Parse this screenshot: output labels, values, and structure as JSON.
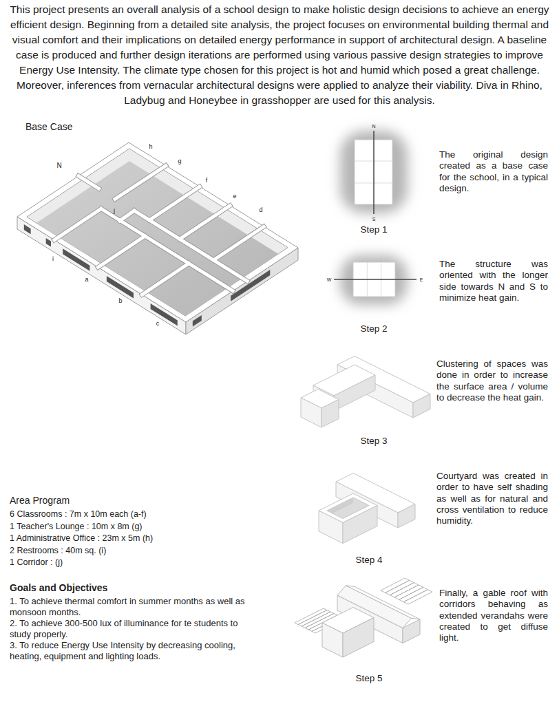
{
  "diagram": {
    "labels": [
      "This project presents an overall analysis of a school design to make holistic design decisions to achieve an energy efficient design. Beginning from a detailed site analysis, the project focuses on environmental building thermal and visual comfort and their implications on detailed energy performance in support of architectural design. A baseline case is produced and further design iterations are performed using various passive design strategies to improve Energy Use Intensity. The climate type chosen for this project is hot and humid which posed a great challenge. Moreover, inferences from vernacular architectural designs were applied to analyze their viability. Diva in Rhino, Ladybug and Honeybee in grasshopper are used for this analysis.",
      "Base Case",
      "h",
      "N",
      "g",
      "f",
      "e",
      "d",
      "j",
      "i",
      "a",
      "b",
      "c",
      "N",
      "S",
      "Step 1",
      "The original design created as a base case for the school, in a typical design.",
      "W",
      "E",
      "Step 2",
      "The structure was oriented with the longer side towards N and S to minimize heat gain.",
      "Step 3",
      "Clustering of spaces was done in order to increase the surface area / volume to decrease the heat gain.",
      "Area Program",
      "6 Classrooms : 7m x 10m each (a-f)",
      "1 Teacher's Lounge : 10m x 8m (g)",
      "1 Administrative Office : 23m x 5m (h)",
      "2 Restrooms : 40m sq. (i)",
      "1 Corridor : (j)",
      "Step 4",
      "Courtyard was created in order to have self shading as well as for natural and cross ventilation to reduce humidity.",
      "Goals and Objectives",
      "1. To achieve thermal comfort in summer months as well as monsoon months.",
      "2. To achieve 300-500 lux of illuminance for te students to study properly.",
      "3. To reduce Energy Use Intensity by decreasing cooling, heating, equipment and lighting loads.",
      "Step 5",
      "Finally, a gable roof with corridors behaving as extended verandahs were created to get diffuse light."
    ]
  }
}
